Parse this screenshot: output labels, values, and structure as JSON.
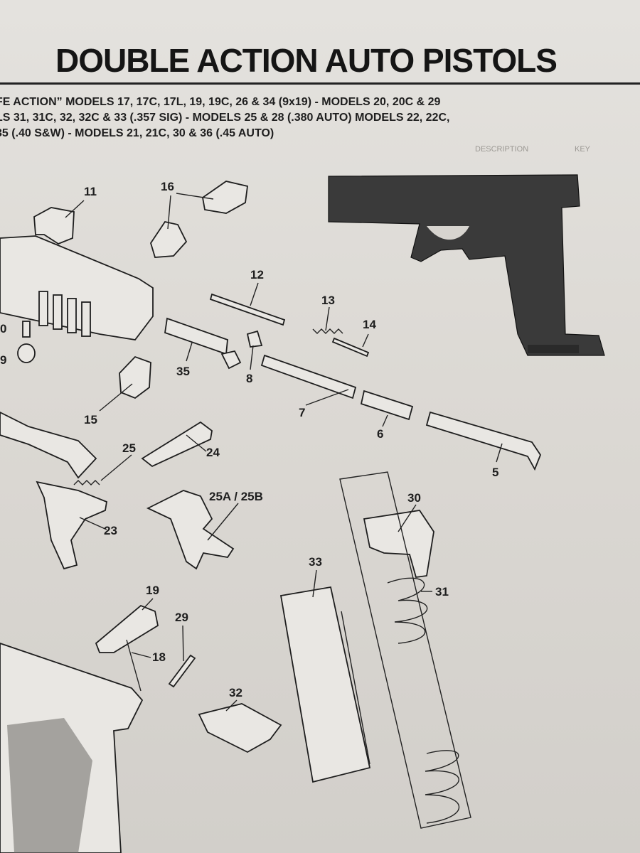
{
  "header": {
    "title": "DOUBLE ACTION AUTO PISTOLS",
    "subtitle_lines": [
      "FE ACTION” MODELS 17, 17C, 17L, 19, 19C, 26 & 34 (9x19) - MODELS 20, 20C & 29",
      "LS 31, 31C, 32, 32C & 33 (.357 SIG) - MODELS 25 & 28 (.380 AUTO) MODELS 22, 22C,",
      "35 (.40 S&W) - MODELS 21, 21C, 30 & 36 (.45 AUTO)"
    ]
  },
  "callouts": [
    "11",
    "16",
    "12",
    "13",
    "14",
    "0",
    "9",
    "35",
    "8",
    "15",
    "7",
    "6",
    "5",
    "25",
    "24",
    "25A / 25B",
    "23",
    "30",
    "33",
    "31",
    "19",
    "29",
    "18",
    "32"
  ],
  "bleed_text": [
    "KEY",
    "DESCRIPTION"
  ],
  "colors": {
    "ink": "#1e1e1e",
    "paper": "#e2dfdb",
    "photo": "#3a3a3a"
  }
}
